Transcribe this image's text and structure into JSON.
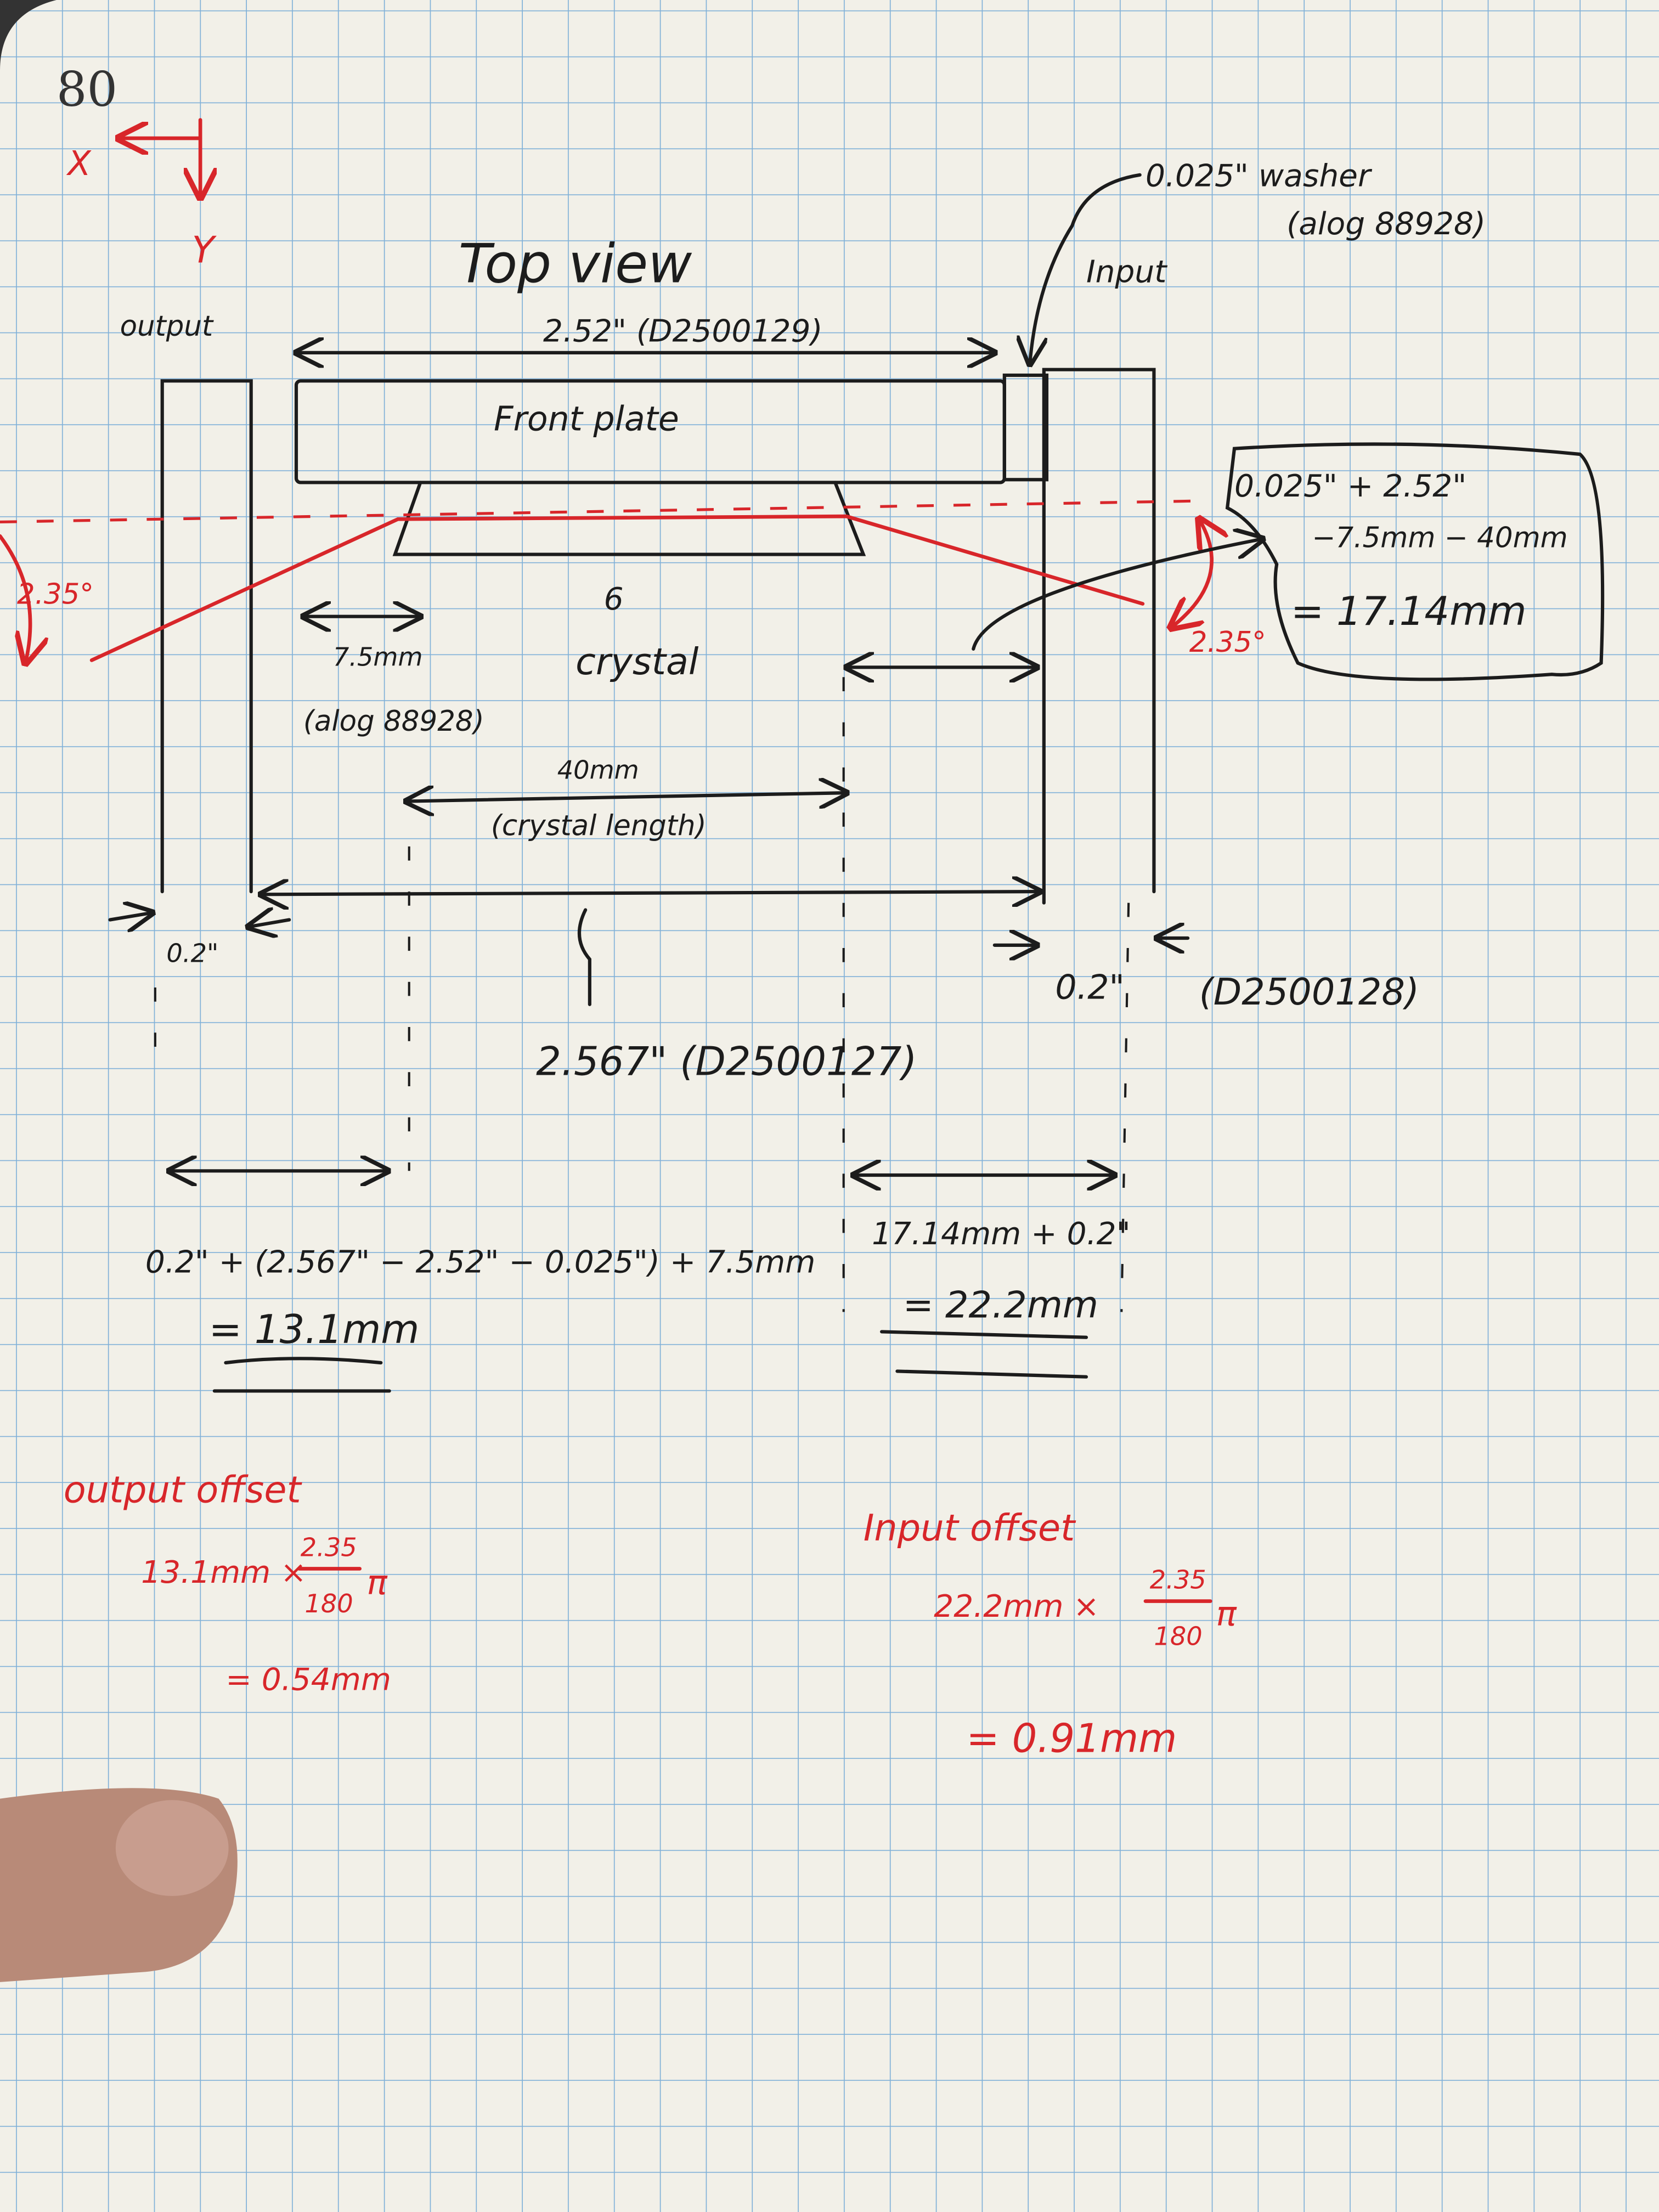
{
  "page_number": "80",
  "axes": {
    "x_label": "X",
    "y_label": "Y"
  },
  "title": "Top view",
  "labels": {
    "output": "output",
    "input": "Input",
    "washer": "0.025\" washer",
    "washer_ref": "(alog 88928)",
    "front_plate": "Front plate",
    "front_plate_dim": "2.52\" (D2500129)",
    "crystal_marker": "6",
    "crystal": "crystal",
    "crystal_offset": "7.5mm",
    "crystal_offset_ref": "(alog 88928)",
    "crystal_len": "40mm",
    "crystal_len_note": "(crystal length)",
    "wall_left": "0.2\"",
    "wall_right": "0.2\"",
    "wall_right_ref": "(D2500128)",
    "spacing": "2.567\" (D2500127)",
    "angle_left": "2.35°",
    "angle_right": "2.35°"
  },
  "box_calc": {
    "line1": "0.025\" + 2.52\"",
    "line2": "−7.5mm − 40mm",
    "line3": "= 17.14mm"
  },
  "output_calc": {
    "expr": "0.2\" + (2.567\" − 2.52\" − 0.025\") + 7.5mm",
    "result": "= 13.1mm"
  },
  "input_calc": {
    "expr": "17.14mm + 0.2\"",
    "result": "= 22.2mm"
  },
  "output_offset": {
    "title": "output offset",
    "lhs": "13.1mm ×",
    "num": "2.35",
    "den": "180",
    "pi": "π",
    "result": "= 0.54mm"
  },
  "input_offset": {
    "title": "Input offset",
    "lhs": "22.2mm ×",
    "num": "2.35",
    "den": "180",
    "pi": "π",
    "result": "= 0.91mm"
  },
  "colors": {
    "ink": "#1c1c1c",
    "red_ink": "#d8262a",
    "grid": "#7fb0d8",
    "paper": "#f2f0e8"
  }
}
